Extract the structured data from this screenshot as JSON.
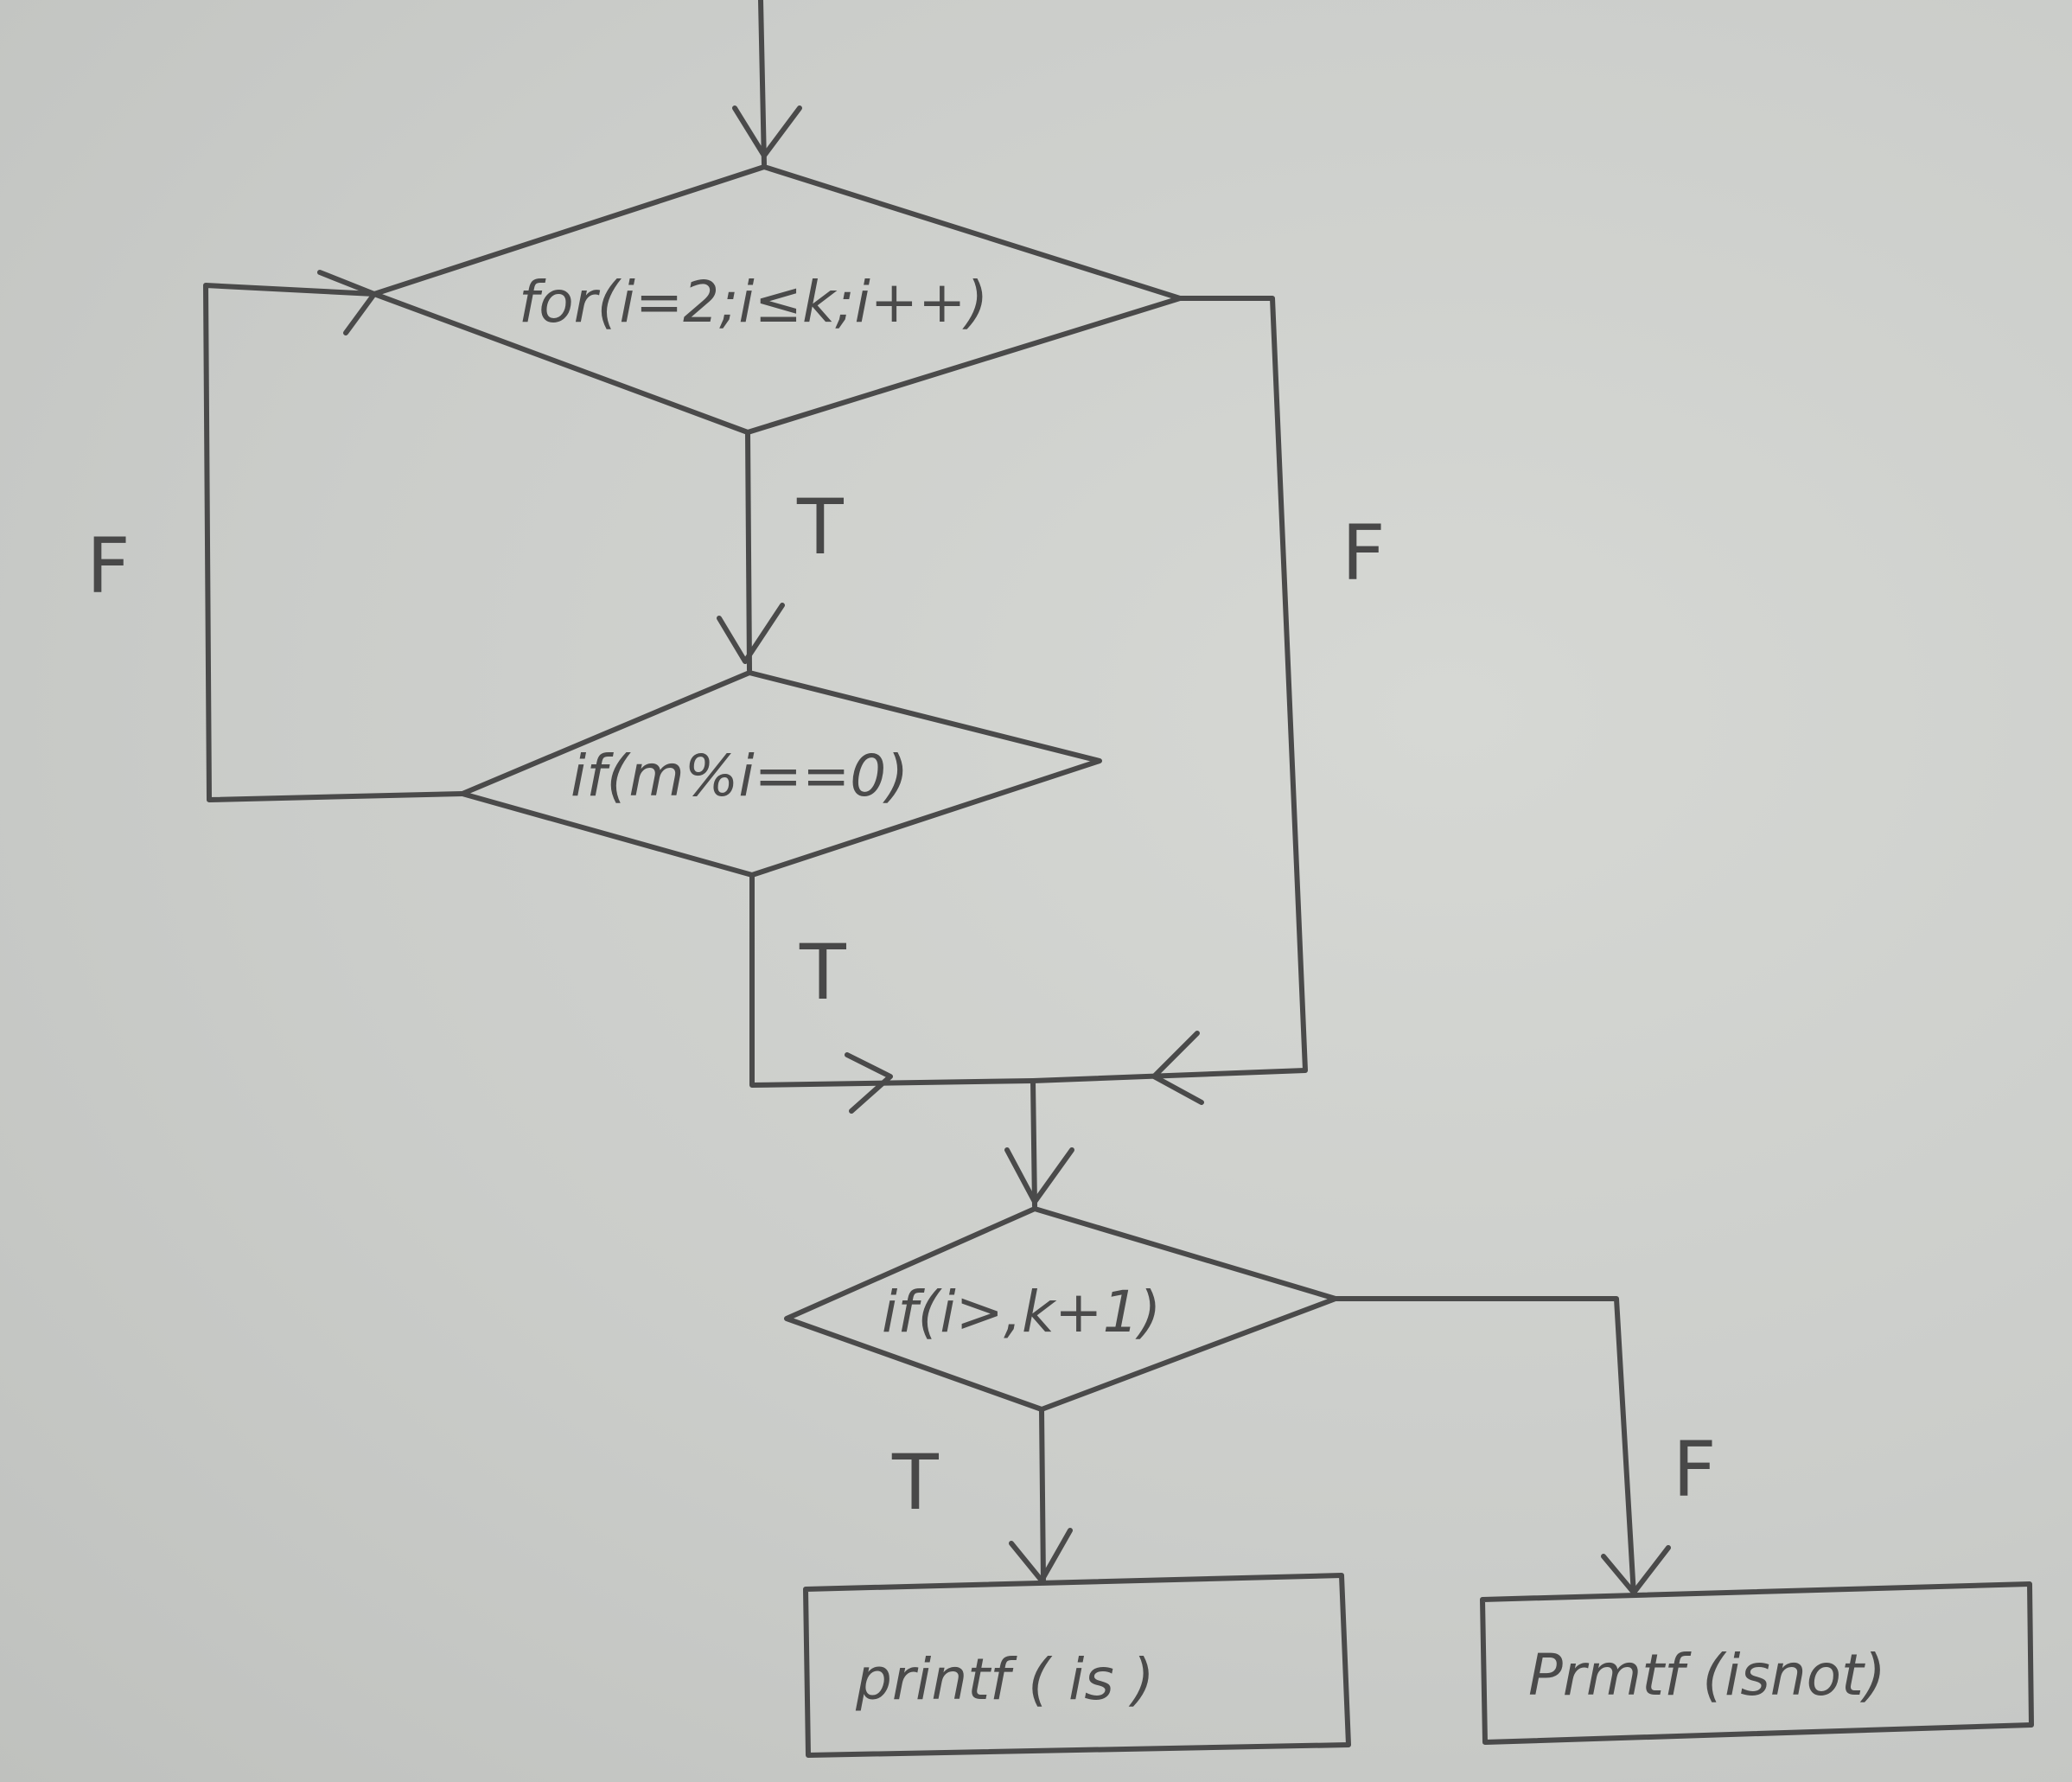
{
  "flowchart": {
    "for_loop": "for(i=2;i≤k;i++)",
    "if_mod": "if(m%i==0)",
    "if_check": "if(i>,k+1)",
    "print_is": "printf ( is )",
    "print_isnot": "Prmtf (isnot)",
    "labels": {
      "false_left": "F",
      "true_for": "T",
      "false_right": "F",
      "true_mod": "T",
      "true_check": "T",
      "false_check": "F"
    }
  }
}
